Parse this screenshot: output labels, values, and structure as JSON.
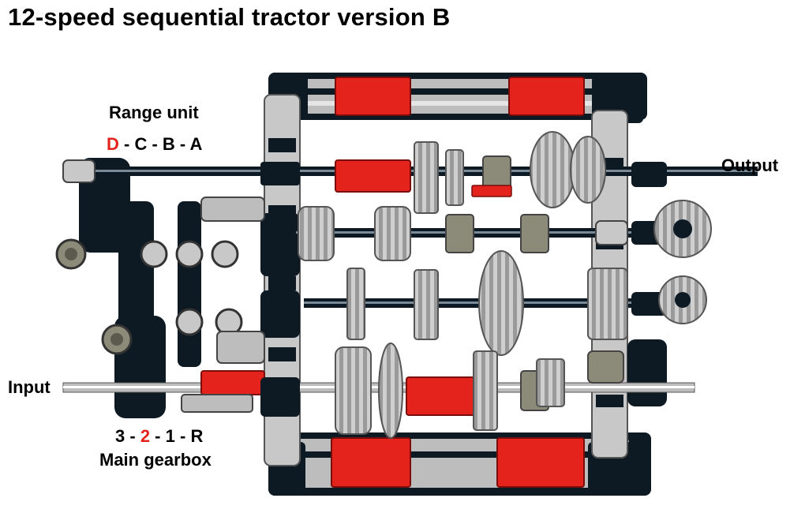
{
  "title": "12-speed sequential tractor version B",
  "range_unit": {
    "label": "Range unit",
    "gears": [
      "D",
      "C",
      "B",
      "A"
    ],
    "active": "D",
    "separator": " - "
  },
  "main_gearbox": {
    "label": "Main gearbox",
    "gears": [
      "3",
      "2",
      "1",
      "R"
    ],
    "active": "2",
    "separator": " - "
  },
  "shaft_labels": {
    "input": "Input",
    "output": "Output"
  },
  "colors": {
    "frame_black": "#0d1a24",
    "light_gray": "#c8c8c8",
    "mid_gray": "#8a8a8a",
    "dark_tan": "#8c8a78",
    "highlight_red": "#e3231c"
  }
}
